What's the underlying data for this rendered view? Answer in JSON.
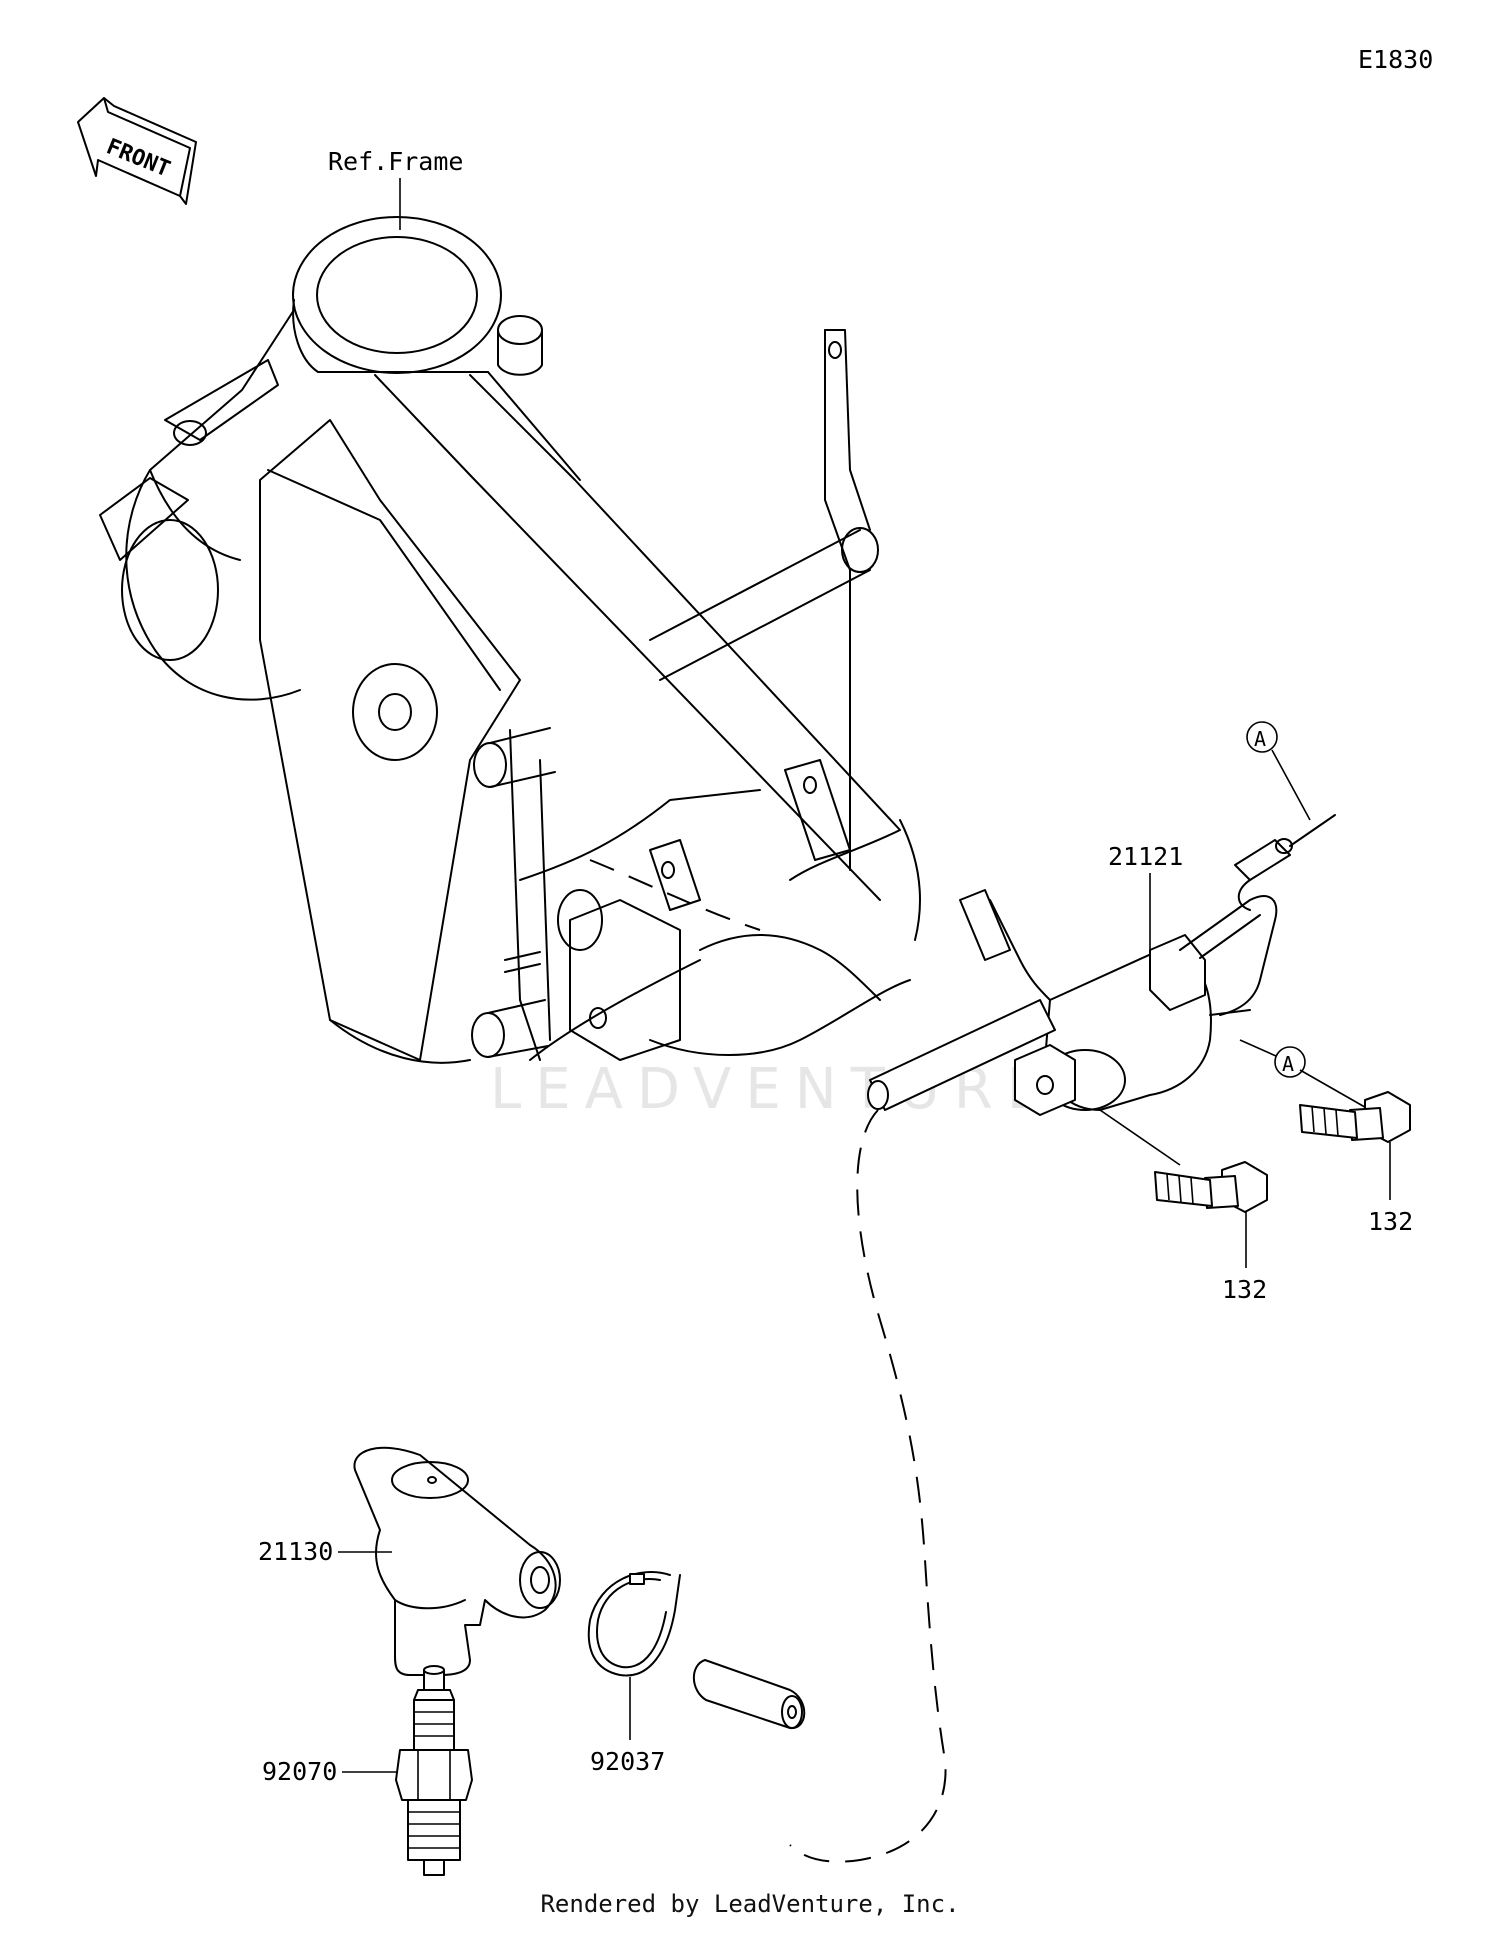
{
  "diagram_code": "E1830",
  "front_arrow_label": "FRONT",
  "watermark": "LEADVENTURE",
  "footer": "Rendered by LeadVenture, Inc.",
  "callouts": {
    "ref_frame": "Ref.Frame",
    "coil": "21121",
    "plug_cap": "21130",
    "spark_plug": "92070",
    "clamp": "92037",
    "bolt_a": "132",
    "bolt_b": "132",
    "connector_a_top": "A",
    "connector_a_bottom": "A"
  }
}
